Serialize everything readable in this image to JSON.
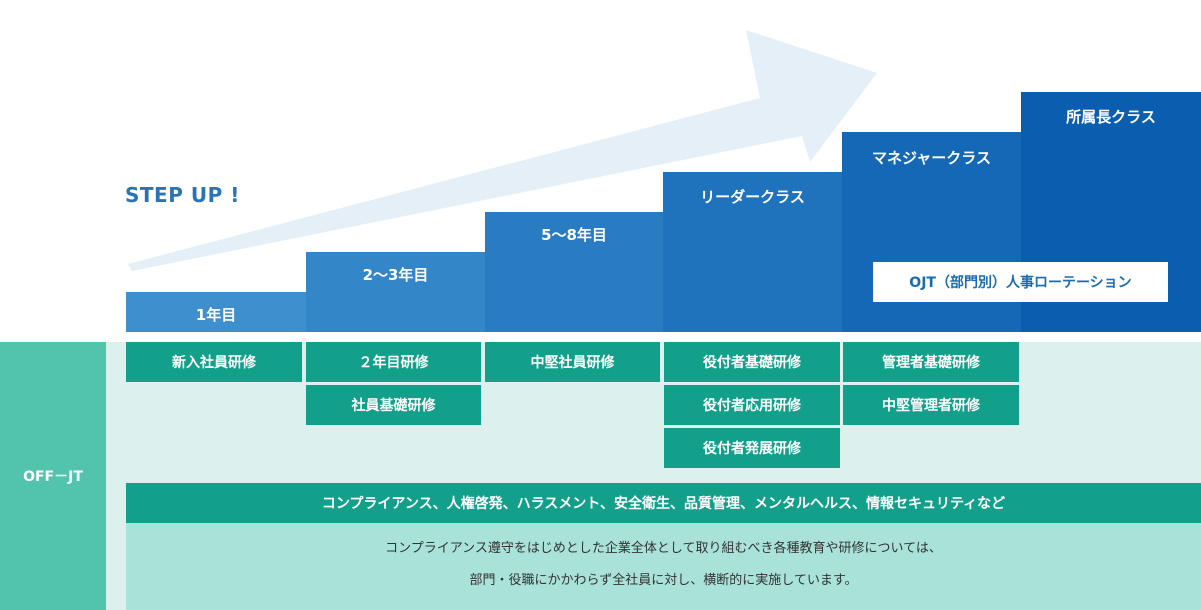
{
  "headline": "STEP UP !",
  "steps": [
    {
      "label": "1年目",
      "color": "#3e8fcd"
    },
    {
      "label": "2～3年目",
      "color": "#3386c8"
    },
    {
      "label": "5～8年目",
      "color": "#2a7cc2"
    },
    {
      "label": "リーダークラス",
      "color": "#1f72bc"
    },
    {
      "label": "マネジャークラス",
      "color": "#1568b6"
    },
    {
      "label": "所属長クラス",
      "color": "#0b5eaf"
    }
  ],
  "ojt_label": "OJT（部門別）人事ローテーション",
  "off_jt": {
    "label": "OFF－JT",
    "columns": [
      [
        "新入社員研修"
      ],
      [
        "２年目研修",
        "社員基礎研修"
      ],
      [
        "中堅社員研修"
      ],
      [
        "役付者基礎研修",
        "役付者応用研修",
        "役付者発展研修"
      ],
      [
        "管理者基礎研修",
        "中堅管理者研修"
      ]
    ],
    "common_training": "コンプライアンス、人権啓発、ハラスメント、安全衛生、品質管理、メンタルヘルス、情報セキュリティなど",
    "note_lines": [
      "コンプライアンス遵守をはじめとした企業全体として取り組むべき各種教育や研修については、",
      "部門・役職にかかわらず全社員に対し、横断的に実施しています。"
    ]
  },
  "colors": {
    "arrow": "#e4eff8",
    "off_bg": "#dcf1ee",
    "off_label_bg": "#52c4ae",
    "training_box": "#13a08a",
    "note_bg": "#a9e2d9"
  }
}
